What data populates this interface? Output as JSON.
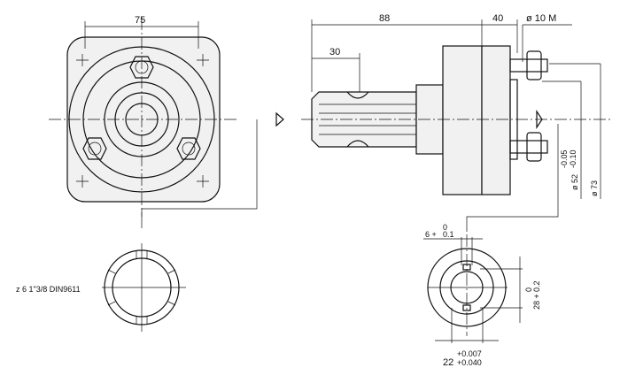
{
  "front_view": {
    "width_dim": "75"
  },
  "side_view": {
    "length_dim": "88",
    "flange_dim": "40",
    "spline_dim": "30",
    "bolt_label": "ø 10 M",
    "pilot_dim": "ø 52",
    "pilot_tol_upper": "-0.05",
    "pilot_tol_lower": "-0.10",
    "bolt_circle_dim": "ø 73"
  },
  "spline_section": {
    "label": "z 6  1\"3/8 DIN9611"
  },
  "key_section": {
    "key_width": "6 +",
    "key_width_tol_upper": "0",
    "key_width_tol_lower": "0.1",
    "key_height": "28 +",
    "key_height_tol_upper": "0",
    "key_height_tol_lower": "0.2",
    "bore_dim": "22",
    "bore_tol_upper": "+0.007",
    "bore_tol_lower": "+0.040"
  }
}
